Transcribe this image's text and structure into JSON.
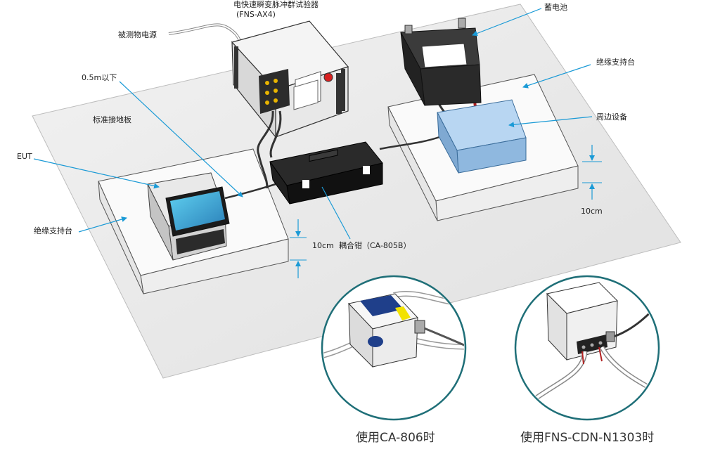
{
  "title": "电快速瞬变脉冲群试验器",
  "model": "(FNS-AX4)",
  "labels": {
    "power_source": "被测物电源",
    "cable_length": "0.5m以下",
    "ground_plate": "标准接地板",
    "eut": "EUT",
    "insulating_support_left": "绝缘支持台",
    "insulating_support_right": "绝缘支持台",
    "battery": "蓄电池",
    "peripheral": "周边设备",
    "height_left": "10cm",
    "height_right": "10cm",
    "clamp": "耦合钳（CA-805B）"
  },
  "captions": {
    "left": "使用CA-806时",
    "right": "使用FNS-CDN-N1303时"
  },
  "colors": {
    "leader": "#1a9ad6",
    "accent_blue": "#9cc3e8",
    "clamp_black": "#1a1a1a",
    "battery_cable": "#b22222",
    "circle_border": "#1f6f78"
  }
}
